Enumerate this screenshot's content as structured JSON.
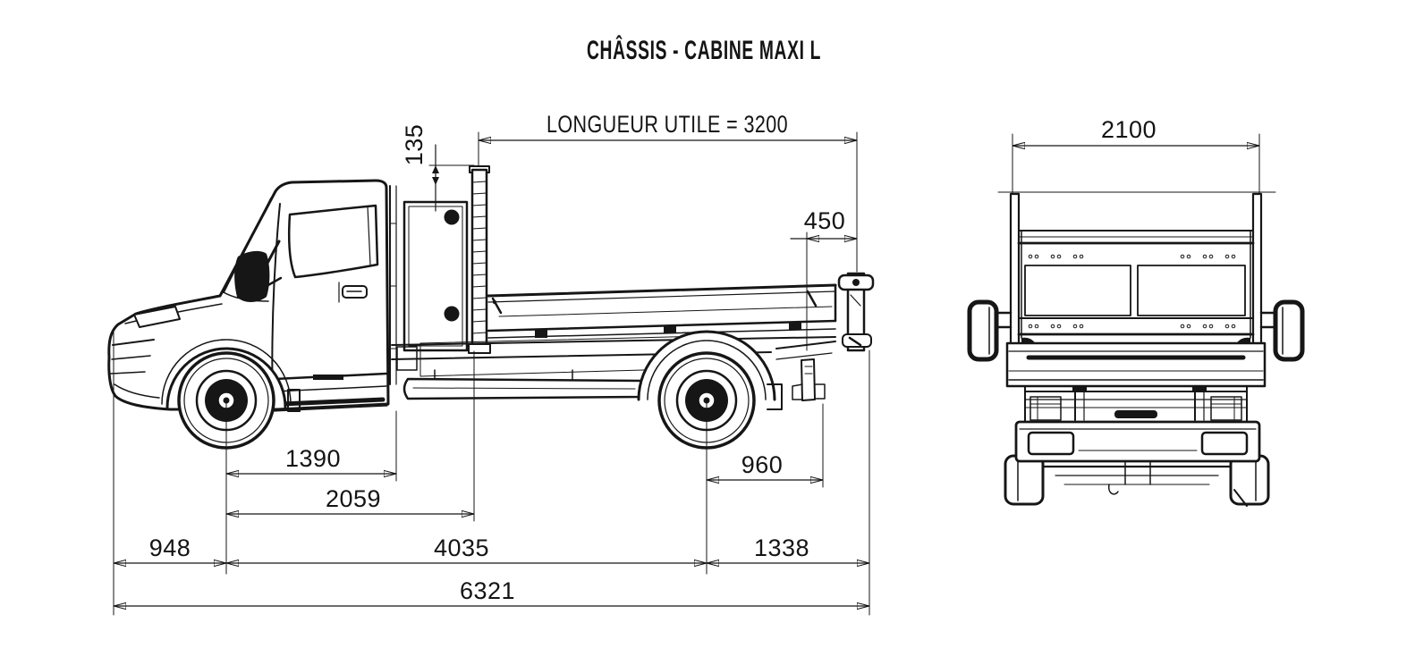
{
  "page": {
    "title": "CHÂSSIS - CABINE MAXI L",
    "background": "#ffffff",
    "ink_color": "#161616"
  },
  "side_view": {
    "dimensions": {
      "headboard_above_cab": "135",
      "useful_length": "LONGUEUR UTILE = 3200",
      "body_rear_overhang": "450",
      "front_axle_to_cab_back": "1390",
      "front_axle_to_body_front": "2059",
      "front_overhang": "948",
      "wheelbase": "4035",
      "rear_overhang": "1338",
      "rear_axle_to_frame_end": "960",
      "overall_length": "6321"
    }
  },
  "rear_view": {
    "dimensions": {
      "overall_width": "2100"
    }
  }
}
